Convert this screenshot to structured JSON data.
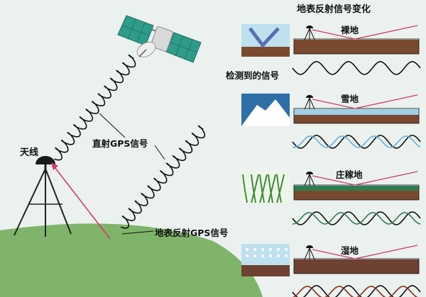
{
  "title": "地表反射信号变化",
  "labels": {
    "antenna": "天线",
    "direct_signal": "直射GPS信号",
    "reflected_signal": "地表反射GPS信号",
    "detected_signal": "检测到的信号"
  },
  "panels": [
    {
      "label": "裸地",
      "surface": "bare-soil",
      "signal_color": "#111111"
    },
    {
      "label": "雪地",
      "surface": "snow",
      "signal_color": "#6ab0d8"
    },
    {
      "label": "庄稼地",
      "surface": "crops",
      "signal_color": "#2e7d4f"
    },
    {
      "label": "湿地",
      "surface": "wetland",
      "signal_color": "#8a2a1e"
    }
  ],
  "colors": {
    "background": "#eaf1ee",
    "hill": "#7fb46a",
    "reflection_path": "#d23a6a",
    "soil": "#7a4a2e",
    "satellite_panel": "#2f9c8a"
  }
}
